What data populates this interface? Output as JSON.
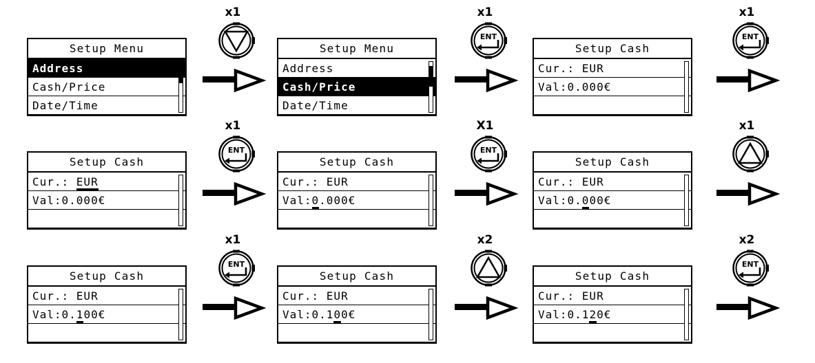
{
  "meta": {
    "diagram_title": "Setup Cash value programming sequence",
    "colors": {
      "ink": "#000000",
      "background": "#ffffff",
      "highlight_bg": "#000000",
      "highlight_fg": "#ffffff"
    }
  },
  "icons": {
    "down": "arrow-down-button-icon",
    "up": "arrow-up-button-icon",
    "ent": "enter-button-icon",
    "flow": "flow-arrow-icon"
  },
  "steps": [
    {
      "id": "step-1",
      "panel": {
        "title": "Setup Menu",
        "rows": [
          {
            "text": "Address",
            "selected": true,
            "blank": false
          },
          {
            "text": "Cash/Price",
            "selected": false,
            "blank": false
          },
          {
            "text": "Date/Time",
            "selected": false,
            "blank": false
          }
        ],
        "scrollbar": {
          "visible": true,
          "thumb_top_pct": 0,
          "thumb_height_pct": 42
        }
      },
      "action": {
        "label": "x1",
        "button": "down",
        "button_text": ""
      }
    },
    {
      "id": "step-2",
      "panel": {
        "title": "Setup Menu",
        "rows": [
          {
            "text": "Address",
            "selected": false,
            "blank": false
          },
          {
            "text": "Cash/Price",
            "selected": true,
            "blank": false
          },
          {
            "text": "Date/Time",
            "selected": false,
            "blank": false
          }
        ],
        "scrollbar": {
          "visible": true,
          "thumb_top_pct": 8,
          "thumb_height_pct": 42
        }
      },
      "action": {
        "label": "x1",
        "button": "ent",
        "button_text": "ENT"
      }
    },
    {
      "id": "step-3",
      "panel": {
        "title": "Setup Cash",
        "rows": [
          {
            "text": "Cur.: EUR",
            "selected": false,
            "blank": false
          },
          {
            "text": "Val:0.000€",
            "selected": false,
            "blank": false
          },
          {
            "text": "",
            "selected": false,
            "blank": true
          }
        ],
        "scrollbar": {
          "visible": true,
          "thumb_top_pct": 0,
          "thumb_height_pct": 0
        }
      },
      "action": {
        "label": "x1",
        "button": "ent",
        "button_text": "ENT"
      }
    },
    {
      "id": "step-4",
      "panel": {
        "title": "Setup Cash",
        "rows": [
          {
            "text": "Cur.: EUR",
            "selected": false,
            "blank": false,
            "underline_start": 6,
            "underline_end": 9
          },
          {
            "text": "Val:0.000€",
            "selected": false,
            "blank": false
          },
          {
            "text": "",
            "selected": false,
            "blank": true
          }
        ],
        "scrollbar": {
          "visible": true,
          "thumb_top_pct": 0,
          "thumb_height_pct": 0
        }
      },
      "action": {
        "label": "x1",
        "button": "ent",
        "button_text": "ENT"
      }
    },
    {
      "id": "step-5",
      "panel": {
        "title": "Setup Cash",
        "rows": [
          {
            "text": "Cur.: EUR",
            "selected": false,
            "blank": false
          },
          {
            "text": "Val:0.000€",
            "selected": false,
            "blank": false,
            "underline_start": 4,
            "underline_end": 5
          },
          {
            "text": "",
            "selected": false,
            "blank": true
          }
        ],
        "scrollbar": {
          "visible": true,
          "thumb_top_pct": 0,
          "thumb_height_pct": 0
        }
      },
      "action": {
        "label": "X1",
        "button": "ent",
        "button_text": "ENT"
      }
    },
    {
      "id": "step-6",
      "panel": {
        "title": "Setup Cash",
        "rows": [
          {
            "text": "Cur.: EUR",
            "selected": false,
            "blank": false
          },
          {
            "text": "Val:0.000€",
            "selected": false,
            "blank": false,
            "underline_start": 6,
            "underline_end": 7
          },
          {
            "text": "",
            "selected": false,
            "blank": true
          }
        ],
        "scrollbar": {
          "visible": true,
          "thumb_top_pct": 0,
          "thumb_height_pct": 0
        }
      },
      "action": {
        "label": "x1",
        "button": "up",
        "button_text": ""
      }
    },
    {
      "id": "step-7",
      "panel": {
        "title": "Setup Cash",
        "rows": [
          {
            "text": "Cur.: EUR",
            "selected": false,
            "blank": false
          },
          {
            "text": "Val:0.100€",
            "selected": false,
            "blank": false,
            "underline_start": 6,
            "underline_end": 7
          },
          {
            "text": "",
            "selected": false,
            "blank": true
          }
        ],
        "scrollbar": {
          "visible": true,
          "thumb_top_pct": 0,
          "thumb_height_pct": 0
        }
      },
      "action": {
        "label": "x1",
        "button": "ent",
        "button_text": "ENT"
      }
    },
    {
      "id": "step-8",
      "panel": {
        "title": "Setup Cash",
        "rows": [
          {
            "text": "Cur.: EUR",
            "selected": false,
            "blank": false
          },
          {
            "text": "Val:0.100€",
            "selected": false,
            "blank": false,
            "underline_start": 7,
            "underline_end": 8
          },
          {
            "text": "",
            "selected": false,
            "blank": true
          }
        ],
        "scrollbar": {
          "visible": true,
          "thumb_top_pct": 0,
          "thumb_height_pct": 0
        }
      },
      "action": {
        "label": "x2",
        "button": "up",
        "button_text": ""
      }
    },
    {
      "id": "step-9",
      "panel": {
        "title": "Setup Cash",
        "rows": [
          {
            "text": "Cur.: EUR",
            "selected": false,
            "blank": false
          },
          {
            "text": "Val:0.120€",
            "selected": false,
            "blank": false,
            "underline_start": 7,
            "underline_end": 8
          },
          {
            "text": "",
            "selected": false,
            "blank": true
          }
        ],
        "scrollbar": {
          "visible": true,
          "thumb_top_pct": 0,
          "thumb_height_pct": 0
        }
      },
      "action": {
        "label": "x2",
        "button": "ent",
        "button_text": "ENT"
      }
    }
  ]
}
